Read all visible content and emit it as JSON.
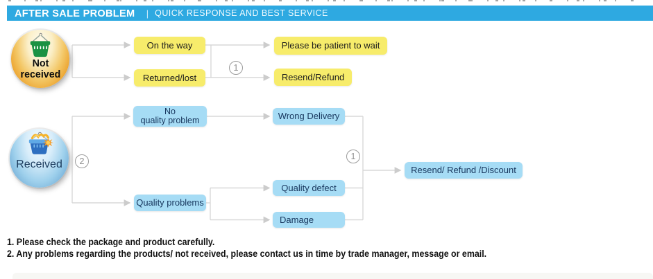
{
  "page": {
    "header": {
      "title": "AFTER SALE PROBLEM",
      "separator": "|",
      "subtitle": "QUICK RESPONSE AND BEST SERVICE"
    },
    "flow": {
      "not_received": {
        "line1": "Not",
        "line2": "received"
      },
      "received": {
        "label": "Received"
      },
      "nodes": {
        "on_the_way": "On the way",
        "returned_lost": "Returned/lost",
        "please_wait": "Please be patient to wait",
        "resend_refund": "Resend/Refund",
        "no_quality_line1": "No",
        "no_quality_line2": "quality problem",
        "quality_problems": "Quality problems",
        "wrong_delivery": "Wrong Delivery",
        "quality_defect": "Quality defect",
        "damage": "Damage",
        "resend_refund_discount": "Resend/ Refund /Discount"
      },
      "badges": {
        "row1": "1",
        "row2": "2",
        "row2_collect": "1"
      }
    },
    "notes": {
      "line1": "1. Please check the package and product carefully.",
      "line2": "2. Any problems regarding the products/ not received, please contact us in time by trade manager, message or email."
    },
    "colors": {
      "header_bg": "#2EA9E1",
      "yellow_node": "#F7EC6B",
      "blue_node": "#A6DCF5",
      "blue_node_text": "#17365D",
      "connector": "#D8D8D8",
      "not_received_circle": "#ECA22D",
      "received_circle": "#66A3D0"
    }
  }
}
